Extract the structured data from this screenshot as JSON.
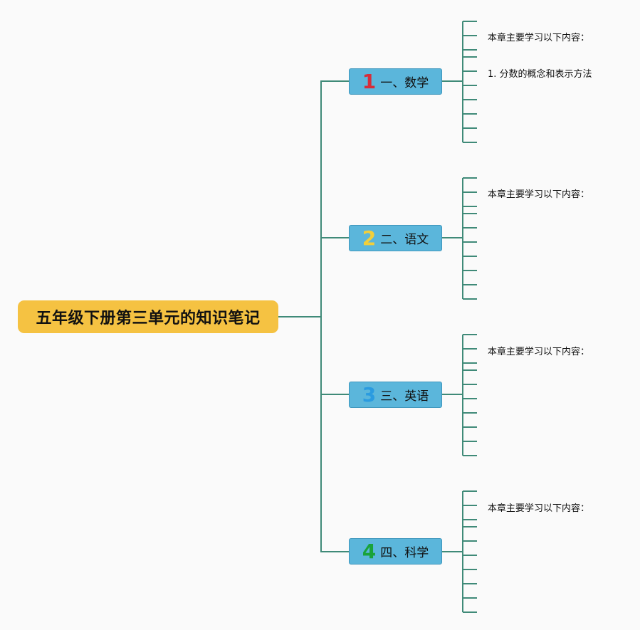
{
  "root": {
    "label": "五年级下册第三单元的知识笔记",
    "color": "#f5c242"
  },
  "line_color": "#3f8a78",
  "branch_color": "#5bb6db",
  "branches": [
    {
      "num": "1",
      "num_color": "#d62d3a",
      "label": "一、数学",
      "notes": [
        "本章主要学习以下内容：",
        "1. 分数的概念和表示方法"
      ]
    },
    {
      "num": "2",
      "num_color": "#f2cf3b",
      "label": "二、语文",
      "notes": [
        "本章主要学习以下内容："
      ]
    },
    {
      "num": "3",
      "num_color": "#2a9be0",
      "label": "三、英语",
      "notes": [
        "本章主要学习以下内容："
      ]
    },
    {
      "num": "4",
      "num_color": "#1aa33a",
      "label": "四、科学",
      "notes": [
        "本章主要学习以下内容："
      ]
    }
  ]
}
